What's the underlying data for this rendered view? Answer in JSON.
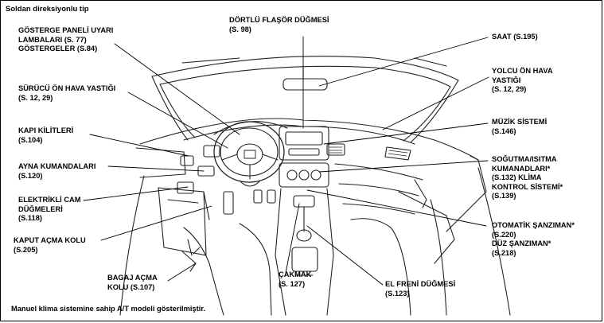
{
  "title": "Soldan direksiyonlu tip",
  "footnote": "Manuel klima sistemine sahip A/T modeli gösterilmiştir.",
  "labels": {
    "gosterge": [
      "GÖSTERGE PANELİ UYARI",
      "LAMBALARI (S. 77)",
      "GÖSTERGELER (S.84)"
    ],
    "surucu_hava": [
      "SÜRÜCÜ ÖN HAVA YASTIĞI",
      "(S. 12, 29)"
    ],
    "kapi": [
      "KAPI KİLİTLERİ",
      "(S.104)"
    ],
    "ayna": [
      "AYNA KUMANDALARI",
      "(S.120)"
    ],
    "cam": [
      "ELEKTRİKLİ CAM",
      "DÜĞMELERİ",
      "(S.118)"
    ],
    "kaput": [
      "KAPUT AÇMA KOLU",
      "(S.205)"
    ],
    "bagaj": [
      "BAGAJ AÇMA",
      "KOLU (S.107)"
    ],
    "cakmak": [
      "ÇAKMAK",
      "(S. 127)"
    ],
    "el_freni": [
      "EL FRENİ DÜĞMESİ",
      "(S.123)"
    ],
    "dortlu": [
      "DÖRTLÜ FLAŞÖR DÜĞMESİ",
      "(S. 98)"
    ],
    "saat": [
      "SAAT (S.195)"
    ],
    "yolcu_hava": [
      "YOLCU ÖN HAVA",
      "YASTIĞI",
      "(S. 12, 29)"
    ],
    "muzik": [
      "MÜZİK SİSTEMİ",
      "(S.146)"
    ],
    "sogutma": [
      "SOĞUTMA/ISITMA",
      "KUMANADLARI*",
      "(S.132) KLİMA",
      "KONTROL SİSTEMİ*",
      "(S.139)"
    ],
    "sanziman": [
      "OTOMATİK ŞANZIMAN*",
      "(S.220)",
      "DÜZ ŞANZIMAN*",
      "(S.218)"
    ]
  }
}
